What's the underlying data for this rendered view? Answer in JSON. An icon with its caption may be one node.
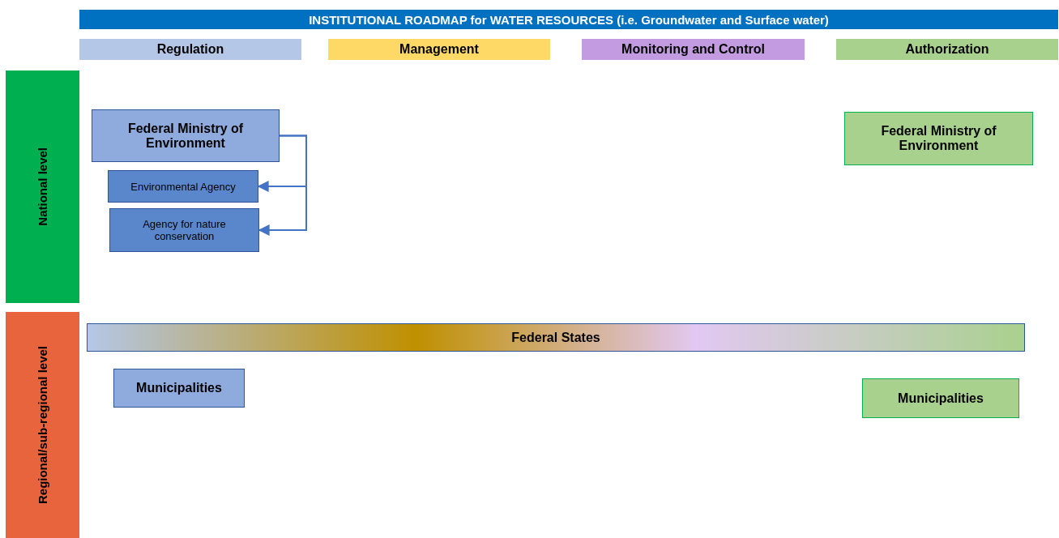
{
  "diagram": {
    "nodes": [
      {
        "text": [
          "INSTITUTIONAL ROADMAP for WATER RESOURCES (i.e. Groundwater and Surface water)"
        ]
      },
      {
        "text": [
          "Regulation"
        ]
      },
      {
        "text": [
          "Management"
        ]
      },
      {
        "text": [
          "Monitoring and Control"
        ]
      },
      {
        "text": [
          "Authorization"
        ]
      },
      {
        "text": [
          "National level"
        ]
      },
      {
        "text": [
          "Regional/sub-regional level"
        ]
      },
      {
        "text": [
          "Federal Ministry of Environment"
        ]
      },
      {
        "text": [
          "Environmental Agency"
        ]
      },
      {
        "text": [
          "Agency for nature conservation"
        ]
      },
      {
        "text": [
          "Federal Ministry of Environment"
        ]
      },
      {
        "text": [
          "Federal States"
        ]
      },
      {
        "text": [
          "Municipalities"
        ]
      },
      {
        "text": [
          "Municipalities"
        ]
      }
    ],
    "edges": [
      {
        "from": 7,
        "to": 8,
        "arrow": "to"
      },
      {
        "from": 7,
        "to": 9,
        "arrow": "to"
      }
    ]
  }
}
